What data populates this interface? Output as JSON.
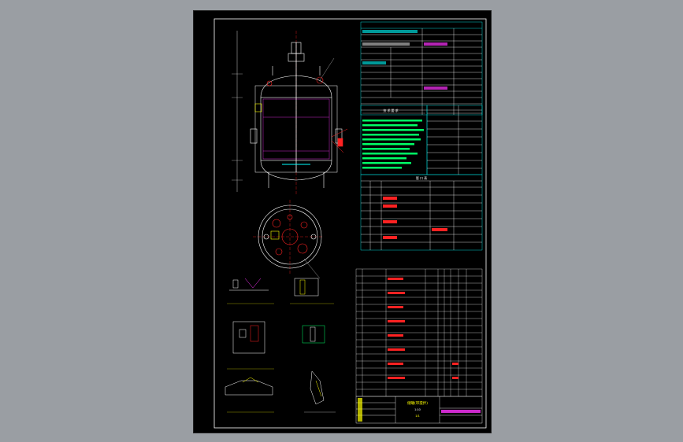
{
  "window": {
    "background": "#9a9ea3",
    "sheet_color": "#000000"
  },
  "colors": {
    "line": "#ffffff",
    "cyan": "#00ffff",
    "green": "#00ff66",
    "magenta": "#ff33ff",
    "red": "#ff2222",
    "yellow": "#ffff00",
    "blue": "#3355ff"
  },
  "title_block": {
    "name": "储罐(带搅拌)",
    "scale": "1:10",
    "sheet": "1/1"
  },
  "notes_header": "技 术 要 求",
  "nozzle_header": "管 口 表",
  "icons": [
    "vessel-elevation-view",
    "vessel-plan-view",
    "detail-views",
    "title-block"
  ]
}
